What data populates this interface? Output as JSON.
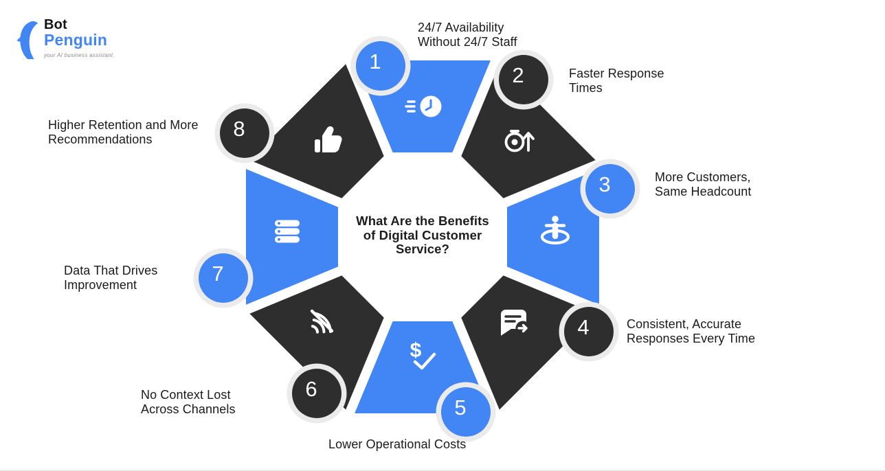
{
  "logo": {
    "brand_top": "Bot",
    "brand_bottom": "Penguin",
    "tagline": "your AI business assistant"
  },
  "center": {
    "title": "What Are the Benefits\nof Digital Customer\nService?"
  },
  "colors": {
    "blue": "#4285F4",
    "dark": "#2E2E2E",
    "ring": "#EBEBEB",
    "background": "#FFFFFF",
    "label_text": "#1A1A1A"
  },
  "segments": [
    {
      "number": "1",
      "label": "24/7 Availability\nWithout 24/7 Staff",
      "icon": "clock-fast-icon",
      "color": "blue"
    },
    {
      "number": "2",
      "label": "Faster Response\nTimes",
      "icon": "stopwatch-up-icon",
      "color": "dark"
    },
    {
      "number": "3",
      "label": "More Customers,\nSame Headcount",
      "icon": "person-ring-icon",
      "color": "blue"
    },
    {
      "number": "4",
      "label": "Consistent, Accurate\nResponses Every Time",
      "icon": "message-forward-icon",
      "color": "dark"
    },
    {
      "number": "5",
      "label": "Lower Operational Costs",
      "icon": "dollar-check-icon",
      "color": "blue"
    },
    {
      "number": "6",
      "label": "No Context Lost\nAcross Channels",
      "icon": "signal-off-icon",
      "color": "dark"
    },
    {
      "number": "7",
      "label": "Data That Drives\nImprovement",
      "icon": "database-stack-icon",
      "color": "blue"
    },
    {
      "number": "8",
      "label": "Higher Retention and More\nRecommendations",
      "icon": "thumbs-up-icon",
      "color": "dark"
    }
  ]
}
